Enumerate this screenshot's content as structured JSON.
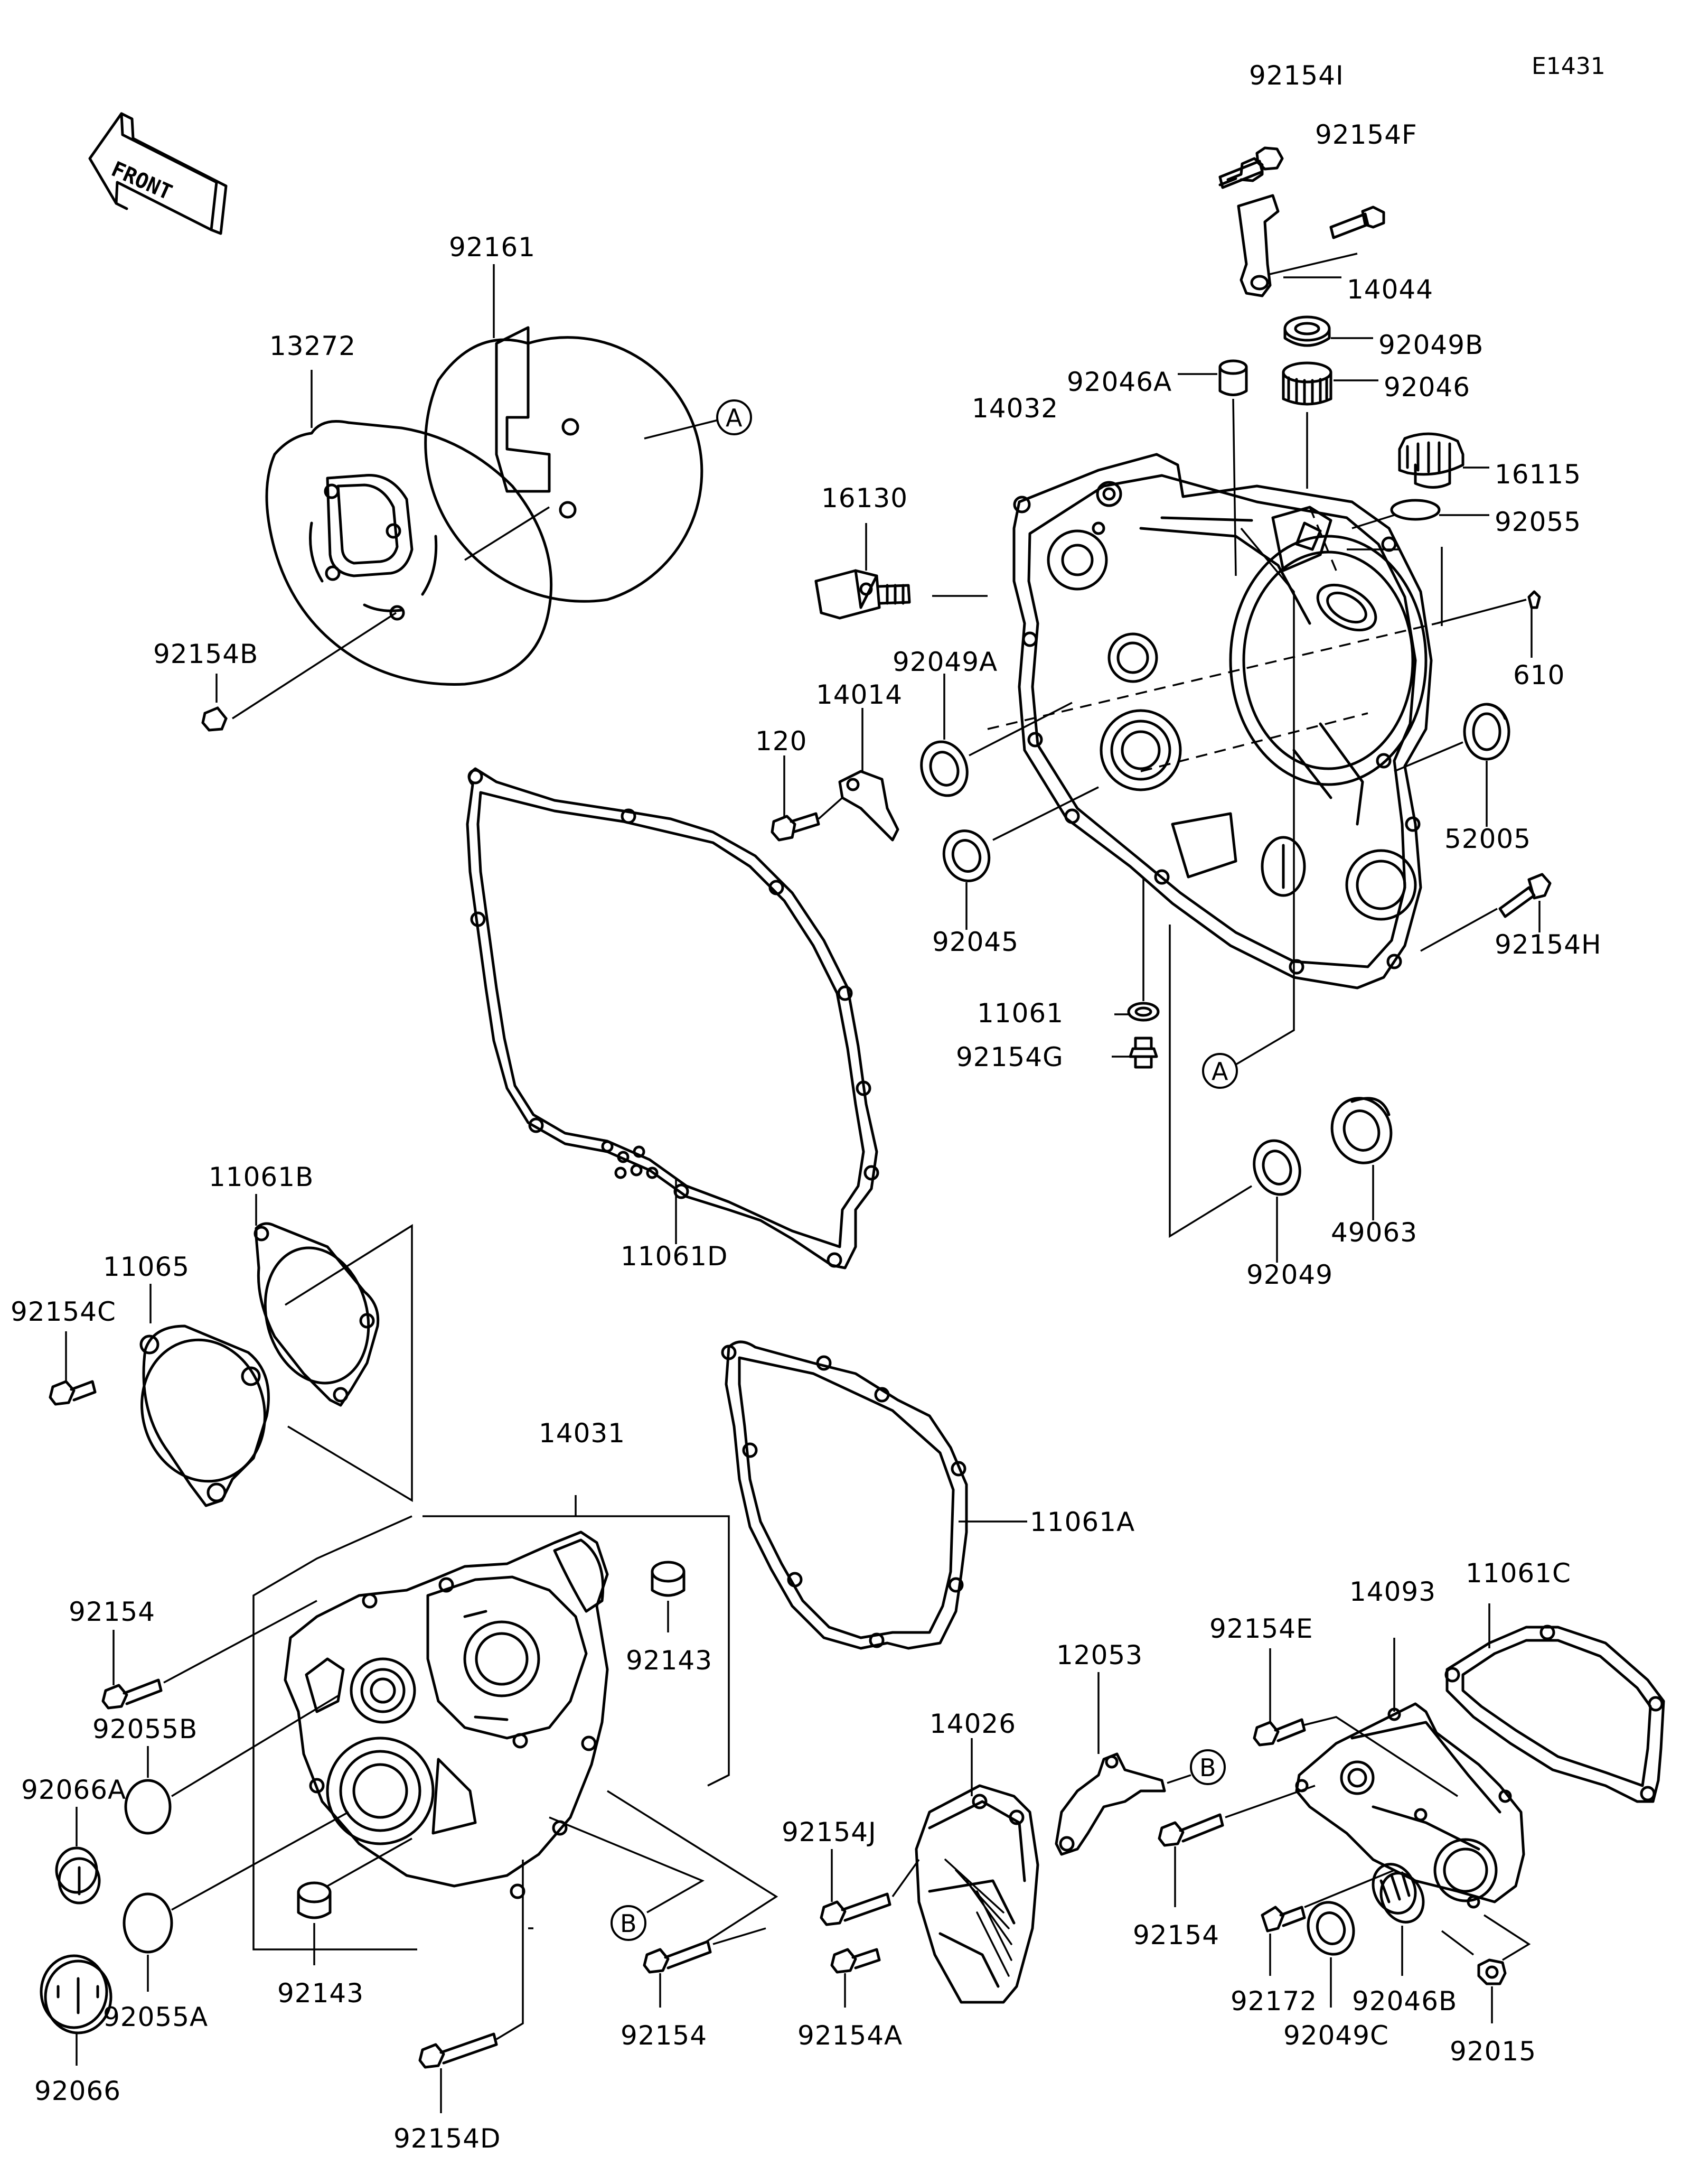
{
  "diagram_code": "E1431",
  "front_arrow_label": "FRONT",
  "ref_a": "A",
  "ref_b": "B",
  "parts": {
    "p92154I": "92154I",
    "p92154F": "92154F",
    "p14044": "14044",
    "p92049B": "92049B",
    "p92046A": "92046A",
    "p92046": "92046",
    "p14032": "14032",
    "p16115": "16115",
    "p92055": "92055",
    "p610": "610",
    "p52005": "52005",
    "p92154H": "92154H",
    "p16130": "16130",
    "p92049A": "92049A",
    "p14014": "14014",
    "p120": "120",
    "p92045": "92045",
    "p11061": "11061",
    "p92154G": "92154G",
    "p49063": "49063",
    "p92049": "92049",
    "p92161": "92161",
    "p13272": "13272",
    "p92154B": "92154B",
    "p11061D": "11061D",
    "p11061B": "11061B",
    "p11065": "11065",
    "p92154C": "92154C",
    "p11061A": "11061A",
    "p14031": "14031",
    "p92154_1": "92154",
    "p92055B": "92055B",
    "p92066A": "92066A",
    "p92143_1": "92143",
    "p92143_2": "92143",
    "p92066": "92066",
    "p92055A": "92055A",
    "p92154_2": "92154",
    "p92154D": "92154D",
    "p12053": "12053",
    "p14026": "14026",
    "p92154J": "92154J",
    "p92154A": "92154A",
    "p92154E": "92154E",
    "p14093": "14093",
    "p11061C": "11061C",
    "p92154_3": "92154",
    "p92172": "92172",
    "p92049C": "92049C",
    "p92046B": "92046B",
    "p92015": "92015"
  }
}
